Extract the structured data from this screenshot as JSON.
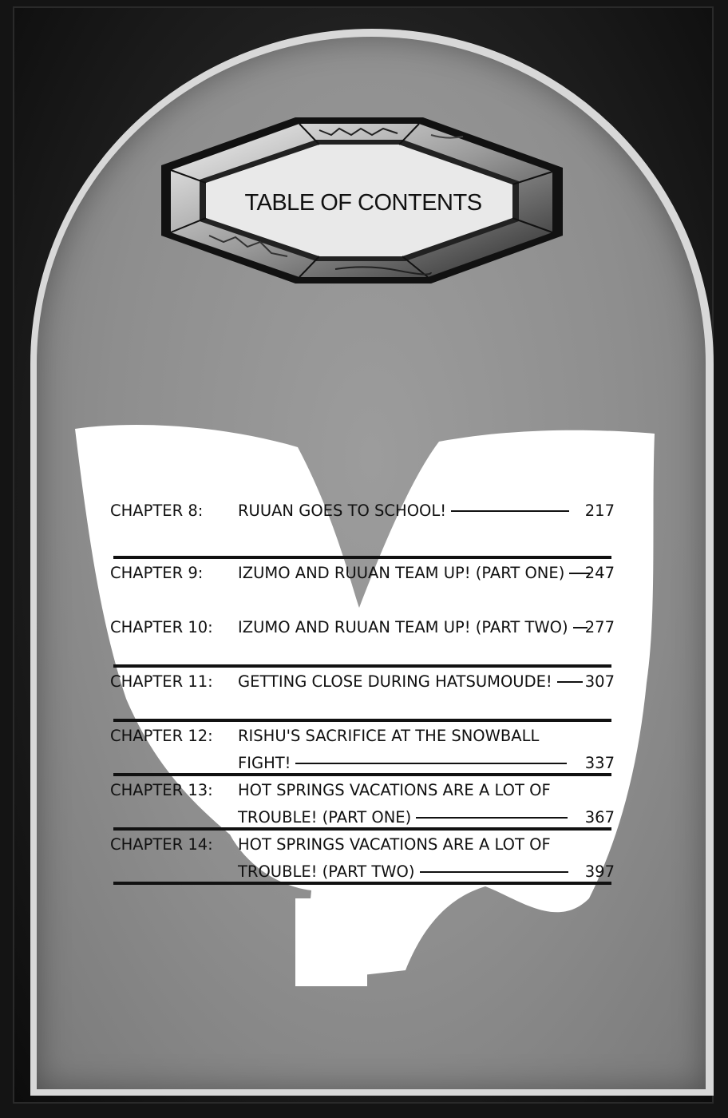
{
  "header": {
    "title": "TABLE OF CONTENTS"
  },
  "toc": {
    "entries": [
      {
        "chapter": "CHAPTER 8:",
        "lines": [
          "RUUAN GOES TO SCHOOL!"
        ],
        "page": "217"
      },
      {
        "chapter": "CHAPTER 9:",
        "lines": [
          "IZUMO AND RUUAN TEAM UP! (PART ONE)"
        ],
        "page": "247"
      },
      {
        "chapter": "CHAPTER 10:",
        "lines": [
          "IZUMO AND RUUAN TEAM UP! (PART TWO)"
        ],
        "page": "277"
      },
      {
        "chapter": "CHAPTER 11:",
        "lines": [
          "GETTING CLOSE DURING HATSUMOUDE!"
        ],
        "page": "307"
      },
      {
        "chapter": "CHAPTER 12:",
        "lines": [
          "RISHU'S SACRIFICE AT THE SNOWBALL",
          "FIGHT!"
        ],
        "page": "337"
      },
      {
        "chapter": "CHAPTER 13:",
        "lines": [
          "HOT SPRINGS VACATIONS ARE A LOT OF",
          "TROUBLE! (PART ONE)"
        ],
        "page": "367"
      },
      {
        "chapter": "CHAPTER 14:",
        "lines": [
          "HOT SPRINGS VACATIONS ARE A LOT OF",
          "TROUBLE! (PART TWO)"
        ],
        "page": "397"
      }
    ]
  },
  "colors": {
    "ink": "#111111",
    "arch_fill": "#8e8e8e",
    "ribbon": "#ffffff",
    "frame": "#141414"
  }
}
